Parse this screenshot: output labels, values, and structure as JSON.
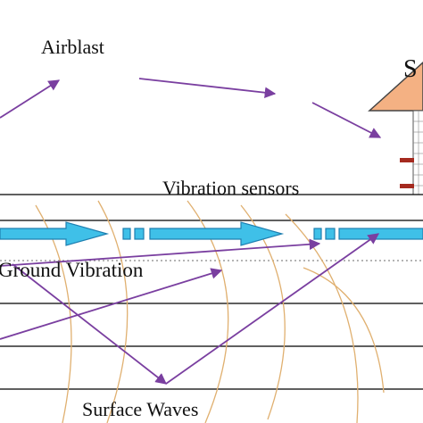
{
  "labels": {
    "airblast": "Airblast",
    "vibration_sensors": "Vibration sensors",
    "ground_vibration": "Ground Vibration",
    "surface_waves": "Surface Waves",
    "house_sign": "S"
  },
  "colors": {
    "arrow_purple": "#7a3fa0",
    "wave_orange": "#e0b070",
    "flow_arrow_fill": "#3fc0e8",
    "flow_arrow_stroke": "#1e7fb0",
    "roof_fill": "#f4b183",
    "sensor_red": "#a52a1f",
    "layer_line": "#000000",
    "dotted_line": "#888888"
  },
  "icons": {
    "house": "house-icon",
    "sensor": "sensor-marker-icon",
    "ground_flow": "arrow-right-icon"
  }
}
